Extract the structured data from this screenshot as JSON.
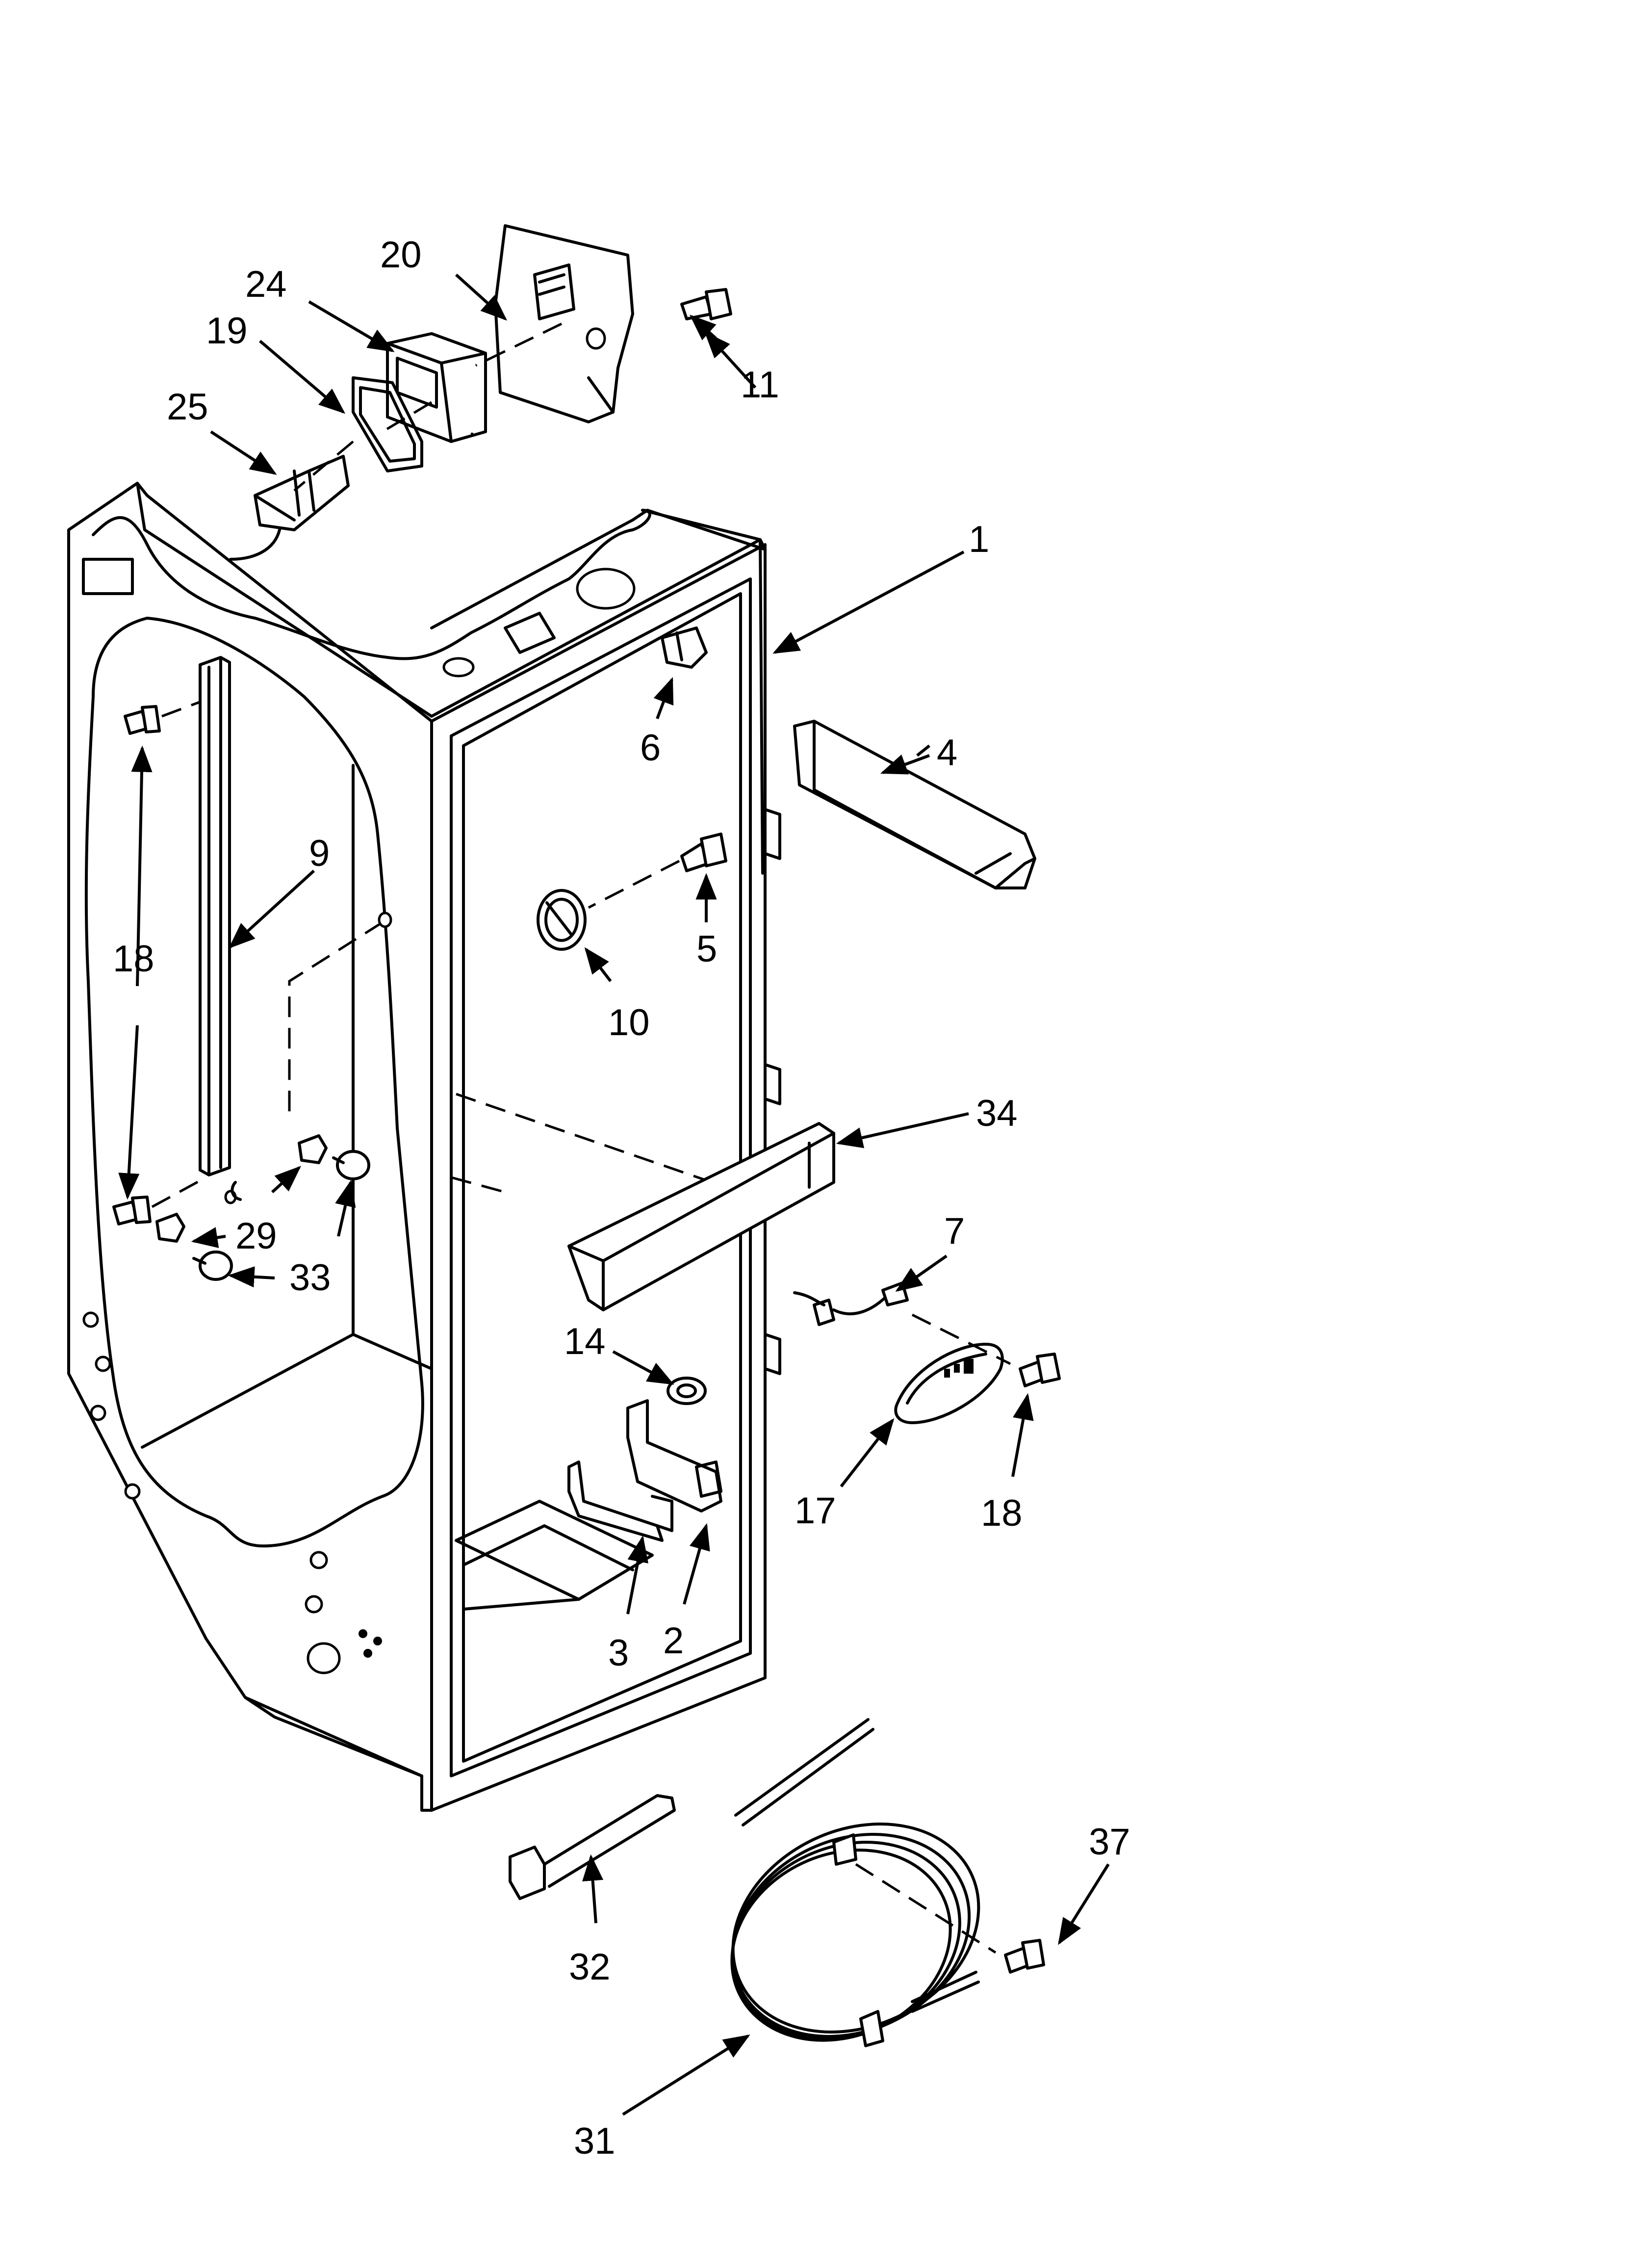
{
  "callouts": {
    "c1": "1",
    "c2": "2",
    "c3": "3",
    "c4": "4",
    "c5": "5",
    "c6": "6",
    "c7": "7",
    "c9": "9",
    "c10": "10",
    "c11": "11",
    "c14": "14",
    "c17": "17",
    "c18a": "18",
    "c18b": "18",
    "c19": "19",
    "c20": "20",
    "c24": "24",
    "c25": "25",
    "c29": "29",
    "c31": "31",
    "c32": "32",
    "c33": "33",
    "c34": "34",
    "c37": "37"
  },
  "colors": {
    "ink": "#000000",
    "paper": "#ffffff",
    "shade": "#d9d9d9"
  }
}
